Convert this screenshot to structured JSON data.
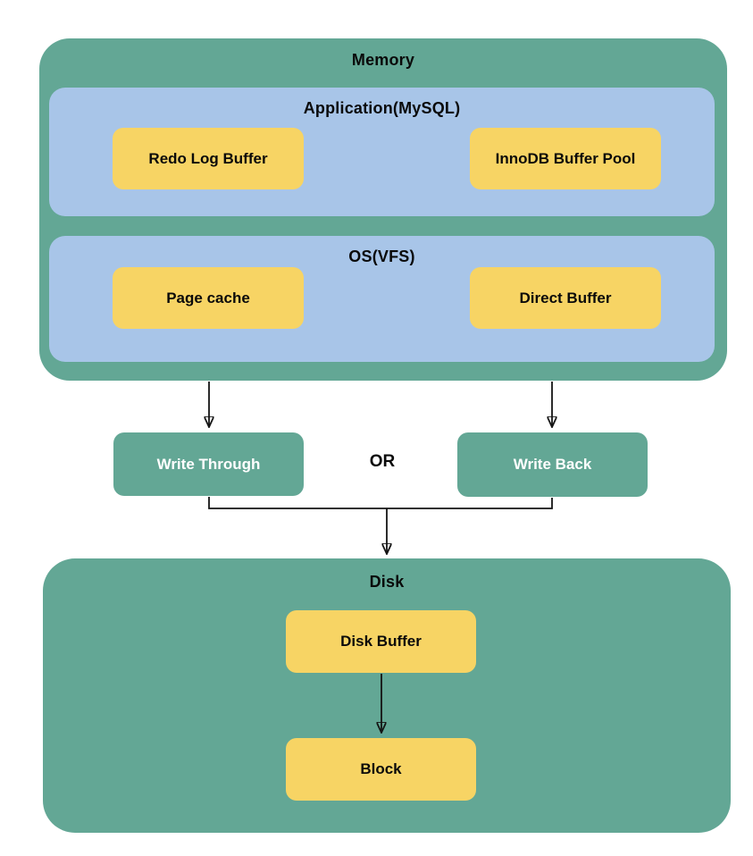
{
  "colors": {
    "teal": "#63A795",
    "blue": "#A8C5E8",
    "yellow": "#F7D464",
    "line": "#141414",
    "title_text": "#0A0A0A",
    "write_text": "#FFFFFF"
  },
  "memory": {
    "title": "Memory",
    "application": {
      "title": "Application(MySQL)",
      "items": [
        {
          "label": "Redo Log Buffer"
        },
        {
          "label": "InnoDB Buffer Pool"
        }
      ]
    },
    "os": {
      "title": "OS(VFS)",
      "items": [
        {
          "label": "Page cache"
        },
        {
          "label": "Direct Buffer"
        }
      ]
    }
  },
  "flow": {
    "write_through": {
      "label": "Write Through"
    },
    "or_label": "OR",
    "write_back": {
      "label": "Write Back"
    }
  },
  "disk": {
    "title": "Disk",
    "items": [
      {
        "label": "Disk Buffer"
      },
      {
        "label": "Block"
      }
    ]
  }
}
